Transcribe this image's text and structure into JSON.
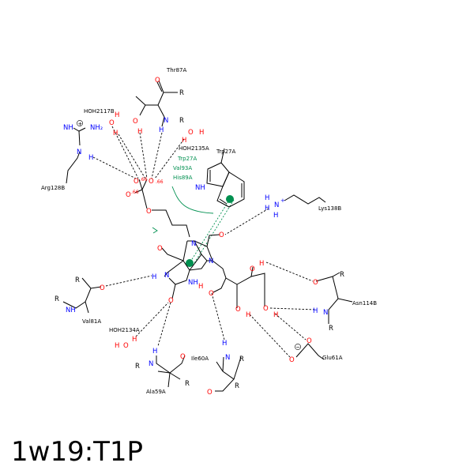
{
  "title": "1w19:T1P",
  "colors": {
    "bond": "#000000",
    "oxygen": "#ff0000",
    "nitrogen": "#0000ff",
    "hbond": "#000000",
    "hydrophobic": "#009050",
    "text": "#000000"
  },
  "residues": {
    "thr87": "Thr87A",
    "hoh2117": "HOH2117B",
    "hoh2135": "HOH2135A",
    "trp27_top": "Trp27A",
    "trp27_green": "Trp27A",
    "val93": "Val93A",
    "his89": "His89A",
    "arg128": "Arg128B",
    "lys138": "Lys138B",
    "asn114": "Asn114B",
    "glu61": "Glu61A",
    "val81": "Val81A",
    "hoh2134": "HOH2134A",
    "ile60": "Ile60A",
    "ala59": "Ala59A"
  },
  "atoms": {
    "O": "O",
    "N": "N",
    "H": "H",
    "NH": "NH",
    "NH2": "NH₂",
    "R": "R",
    "charge_plus": "+",
    "charge_minus": "−"
  },
  "phosphate_label": ".66"
}
